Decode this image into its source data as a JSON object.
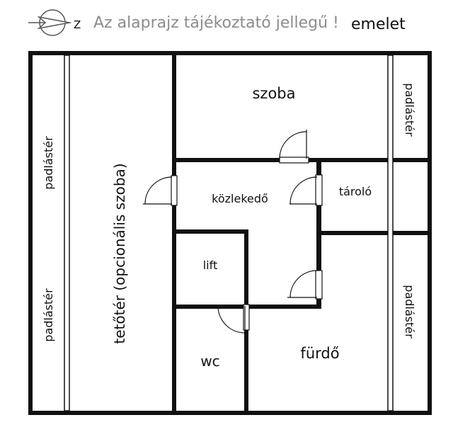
{
  "header": {
    "compass_letter": "Z",
    "note": "Az alaprajz tájékoztató jellegű !",
    "floor_label": "emelet"
  },
  "rooms": {
    "padlaster_left_top": "padlástér",
    "padlaster_left_bottom": "padlástér",
    "teteter": "tetőtér (opcionális szoba)",
    "szoba": "szoba",
    "kozlekedo": "közlekedő",
    "lift": "lift",
    "wc": "wc",
    "furdo": "fürdő",
    "tarolo": "tároló",
    "padlaster_right_top": "padlástér",
    "padlaster_right_bottom": "padlástér"
  }
}
